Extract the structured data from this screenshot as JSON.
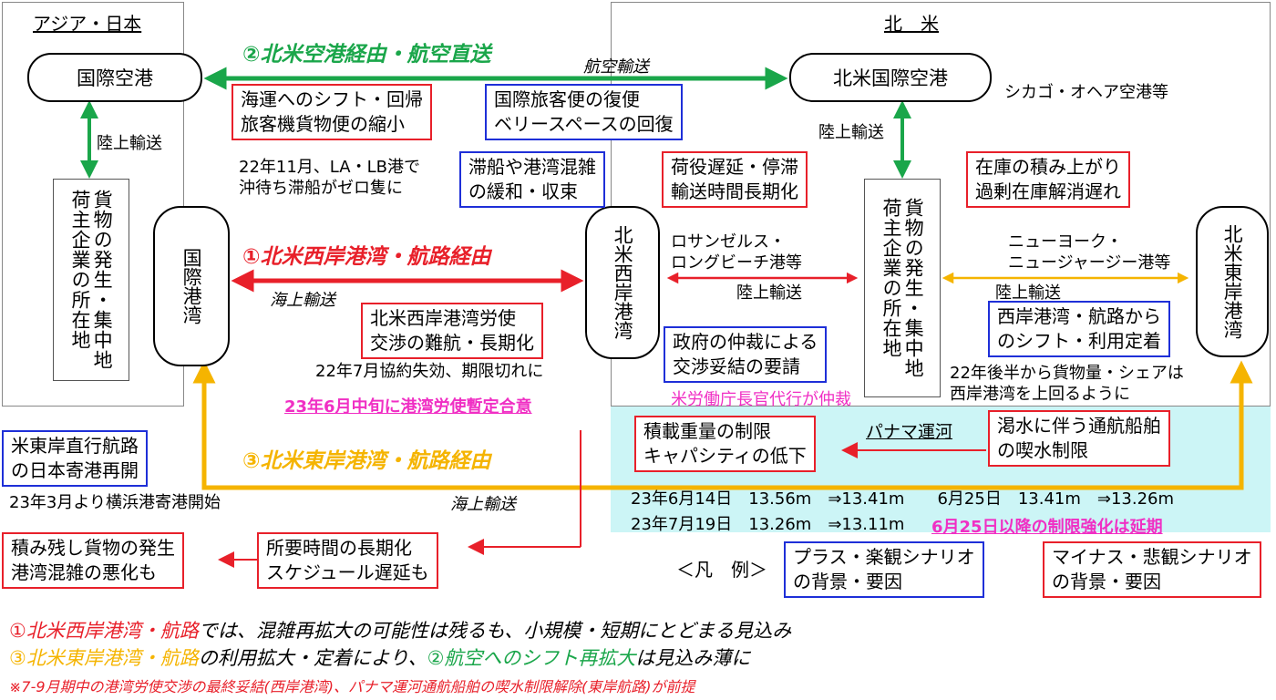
{
  "regions": {
    "asia": "アジア・日本",
    "na": "北　米"
  },
  "nodes": {
    "intl_airport": "国際空港",
    "na_airport": "北米国際空港",
    "intl_port": "国際港湾",
    "west_port": "北米西岸港湾",
    "east_port": "北米東岸港湾",
    "shipper_jp": "貨物の発生・集中地\n荷主企業の所在地",
    "shipper_na": "貨物の発生・集中地\n荷主企業の所在地"
  },
  "routes": {
    "route1": "①北米西岸港湾・航路経由",
    "route2": "②北米空港経由・航空直送",
    "route3": "③北米東岸港湾・航路経由"
  },
  "transport": {
    "air": "航空輸送",
    "land_jp": "陸上輸送",
    "land_na": "陸上輸送",
    "sea1": "海上輸送",
    "land_west": "陸上輸送",
    "land_east": "陸上輸送",
    "sea3": "海上輸送"
  },
  "labels": {
    "chicago": "シカゴ・オヘア空港等",
    "la_lb": "ロサンゼルス・\nロングビーチ港等",
    "ny_nj": "ニューヨーク・\nニュージャージー港等",
    "nov22": "22年11月、LA・LB港で\n沖待ち滞船がゼロ隻に",
    "jul22": "22年7月協約失効、期限切れに",
    "h2_22": "22年後半から貨物量・シェアは\n西岸港湾を上回るように",
    "mar23": "23年3月より横浜港寄港開始",
    "panama": "パナマ運河",
    "legend": "＜凡　例＞"
  },
  "pink_notes": {
    "jun23": "23年6月中旬に港湾労使暫定合意",
    "labor_sec": "米労働庁長官代行が仲裁",
    "jun25": "6月25日以降の制限強化は延期"
  },
  "red_boxes": {
    "shift_sea": "海運へのシフト・回帰\n旅客機貨物便の縮小",
    "cargo_delay": "荷役遅延・停滞\n輸送時間長期化",
    "inventory": "在庫の積み上がり\n過剰在庫解消遅れ",
    "labor": "北米西岸港湾労使\n交渉の難航・長期化",
    "weight": "積載重量の制限\nキャパシティの低下",
    "drought": "渇水に伴う通航船舶\nの喫水制限",
    "leftover": "積み残し貨物の発生\n港湾混雑の悪化も",
    "longer": "所要時間の長期化\nスケジュール遅延も",
    "legend_minus": "マイナス・悲観シナリオ\nの背景・要因"
  },
  "blue_boxes": {
    "passenger": "国際旅客便の復便\nベリースペースの回復",
    "congestion": "滞船や港湾混雑\nの緩和・収束",
    "gov": "政府の仲裁による\n交渉妥結の要請",
    "west_shift": "西岸港湾・航路から\nのシフト・利用定着",
    "east_direct": "米東岸直行航路\nの日本寄港再開",
    "legend_plus": "プラス・楽観シナリオ\nの背景・要因"
  },
  "panama_data": {
    "row1": "23年6月14日　13.56m　⇒13.41m　　6月25日　13.41m　⇒13.26m",
    "row2": "23年7月19日　13.26m　⇒13.11m"
  },
  "bottom": {
    "line1_red": "①北米西岸港湾・航路",
    "line1_rest": "では、混雑再拡大の可能性は残るも、小規模・短期にとどまる見込み",
    "line2_orange": "③北米東岸港湾・航路",
    "line2_mid": "の利用拡大・定着により、",
    "line2_green": "②航空へのシフト再拡大",
    "line2_end": "は見込み薄に",
    "line3": "※7-9月期中の港湾労使交渉の最終妥結(西岸港湾)、パナマ運河通航船舶の喫水制限解除(東岸航路)が前提"
  },
  "colors": {
    "red": "#e8202a",
    "blue": "#1e2fd8",
    "green": "#1aa64a",
    "orange": "#f5b400",
    "pink": "#f02fc4",
    "cyan": "#ccf5f6"
  }
}
